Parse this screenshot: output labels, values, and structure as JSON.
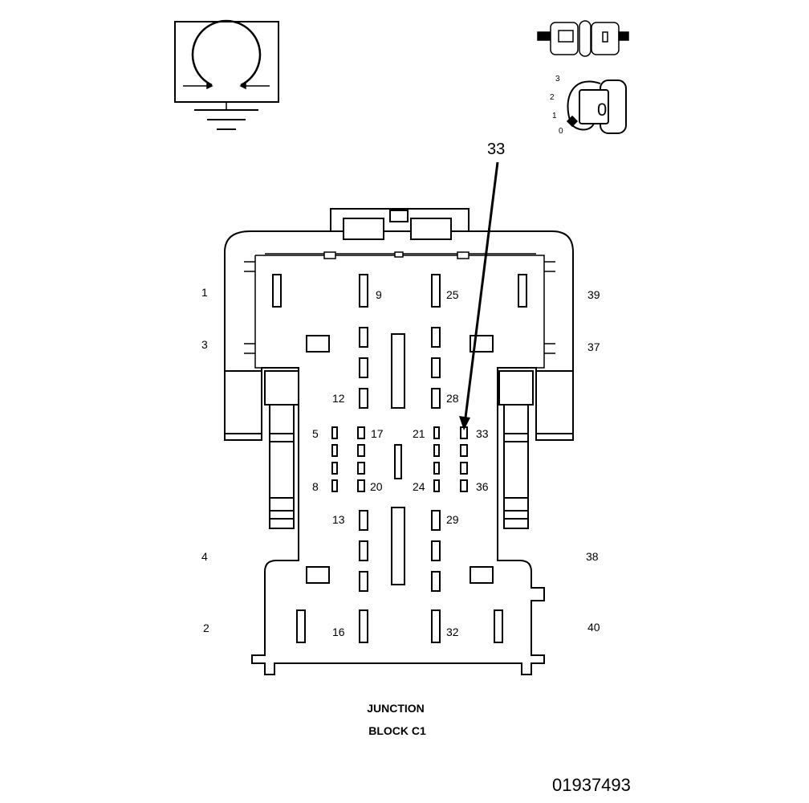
{
  "title": {
    "line1": "JUNCTION",
    "line2": "BLOCK C1"
  },
  "figure_id": "01937493",
  "callout": {
    "label": "33"
  },
  "ignition_switch": {
    "positions": [
      "3",
      "2",
      "1",
      "0"
    ],
    "key_label": "0"
  },
  "pin_labels": {
    "p1": "1",
    "p2": "2",
    "p3": "3",
    "p4": "4",
    "p5": "5",
    "p8": "8",
    "p9": "9",
    "p12": "12",
    "p13": "13",
    "p16": "16",
    "p17": "17",
    "p20": "20",
    "p21": "21",
    "p24": "24",
    "p25": "25",
    "p28": "28",
    "p29": "29",
    "p32": "32",
    "p33": "33",
    "p36": "36",
    "p37": "37",
    "p38": "38",
    "p39": "39",
    "p40": "40"
  },
  "icons": [
    "ground-symbol-icon",
    "connector-symbol-icon",
    "ignition-switch-icon"
  ]
}
